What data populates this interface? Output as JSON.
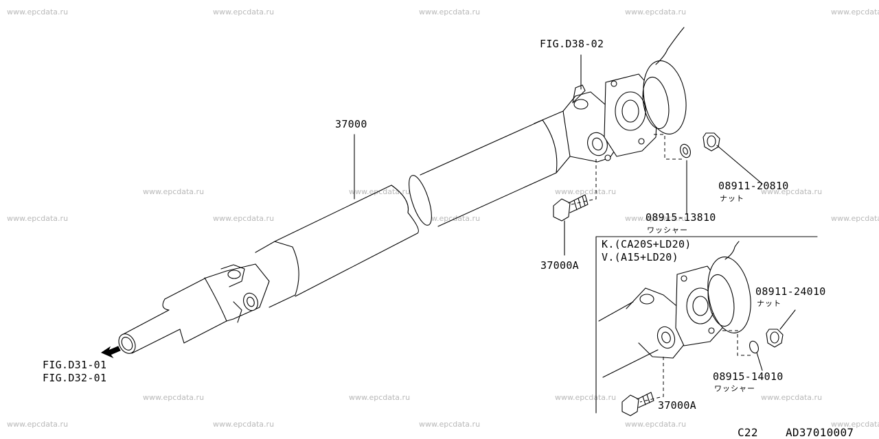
{
  "watermark_text": "www.epcdata.ru",
  "callouts": {
    "fig_d38": "FIG.D38-02",
    "part_37000": "37000",
    "part_08911_20810": "08911-20810",
    "part_08911_20810_name": "ナット",
    "part_08915_13810": "08915-13810",
    "part_08915_13810_name": "ワッシャー",
    "part_37000A_main": "37000A",
    "fig_d31": "FIG.D31-01",
    "fig_d32": "FIG.D32-01"
  },
  "inset": {
    "variant_k": "K.(CA20S+LD20)",
    "variant_v": "V.(A15+LD20)",
    "part_08911_24010": "08911-24010",
    "part_08911_24010_name": "ナット",
    "part_08915_14010": "08915-14010",
    "part_08915_14010_name": "ワッシャー",
    "part_37000A": "37000A"
  },
  "footer": {
    "section_code": "C22",
    "drawing_code": "AD37010007"
  }
}
